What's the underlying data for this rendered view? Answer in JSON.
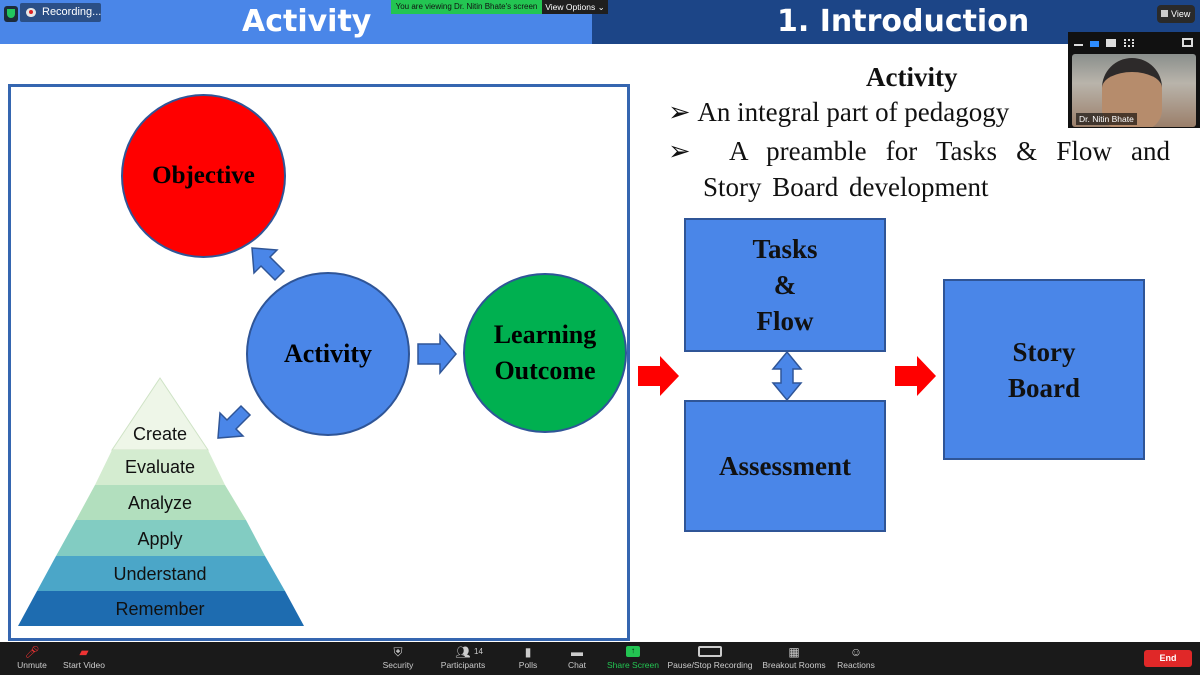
{
  "meeting": {
    "recording_label": "Recording...",
    "viewing_banner": "You are viewing Dr. Nitin Bhate's screen",
    "view_options": "View Options ⌄",
    "view_button": "View",
    "participant_name": "Dr. Nitin Bhate"
  },
  "slide": {
    "left_title": "Activity",
    "right_title": "1. Introduction",
    "objective": "Objective",
    "activity": "Activity",
    "learning_outcome": "Learning Outcome",
    "pyramid": [
      "Create",
      "Evaluate",
      "Analyze",
      "Apply",
      "Understand",
      "Remember"
    ],
    "subheading": "Activity",
    "bullets": [
      "An integral part of pedagogy",
      "A preamble for Tasks & Flow and Story Board development"
    ],
    "tasks_flow": [
      "Tasks",
      "&",
      "Flow"
    ],
    "assessment": "Assessment",
    "story_board": [
      "Story",
      "Board"
    ],
    "colors": {
      "objective": "#ff0000",
      "activity": "#4a86e8",
      "learning_outcome": "#00b050",
      "arrow_red": "#ff0000"
    }
  },
  "toolbar": {
    "unmute": "Unmute",
    "start_video": "Start Video",
    "security": "Security",
    "participants": "Participants",
    "participant_count": "14",
    "polls": "Polls",
    "chat": "Chat",
    "share_screen": "Share Screen",
    "pause_recording": "Pause/Stop Recording",
    "breakout_rooms": "Breakout Rooms",
    "reactions": "Reactions",
    "end": "End"
  }
}
